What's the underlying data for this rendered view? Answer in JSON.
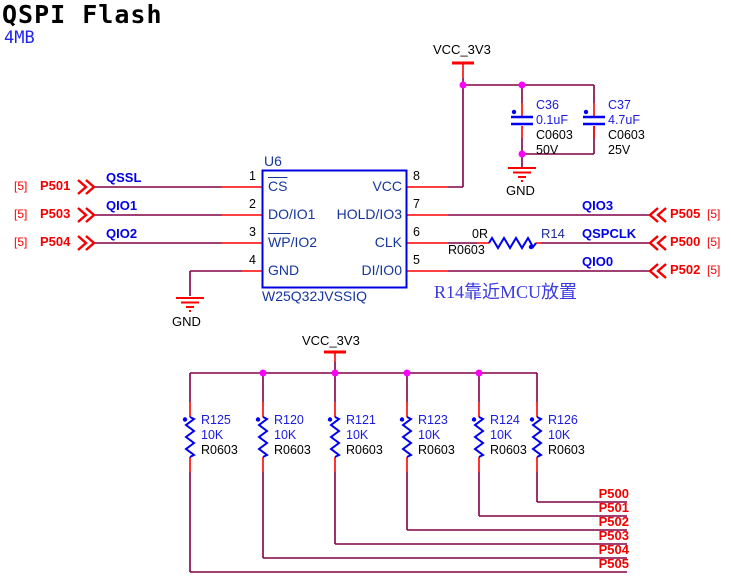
{
  "title": "QSPI Flash",
  "subtitle": "4MB",
  "colors": {
    "wire": "#800045",
    "stub": "#ff0000",
    "junction": "#ff00ff",
    "component_blue": "#0000f0",
    "chip_border": "#0000e0",
    "port_red": "#f40000",
    "note_blue": "#3a3ae0"
  },
  "power": {
    "vcc_top": "VCC_3V3",
    "vcc_bottom": "VCC_3V3",
    "gnd_top": "GND",
    "gnd_left": "GND"
  },
  "chip": {
    "ref": "U6",
    "part": "W25Q32JVSSIQ",
    "pins_left": [
      {
        "num": "1",
        "bar": "CS",
        "rest": ""
      },
      {
        "num": "2",
        "bar": "",
        "rest": "DO/IO1"
      },
      {
        "num": "3",
        "bar": "WP",
        "rest": "/IO2"
      },
      {
        "num": "4",
        "bar": "",
        "rest": "GND"
      }
    ],
    "pins_right": [
      {
        "num": "8",
        "name": "VCC"
      },
      {
        "num": "7",
        "name": "HOLD/IO3"
      },
      {
        "num": "6",
        "name": "CLK"
      },
      {
        "num": "5",
        "name": "DI/IO0"
      }
    ]
  },
  "left_ports": [
    {
      "sheet": "[5]",
      "name": "P501",
      "net": "QSSL"
    },
    {
      "sheet": "[5]",
      "name": "P503",
      "net": "QIO1"
    },
    {
      "sheet": "[5]",
      "name": "P504",
      "net": "QIO2"
    }
  ],
  "right_ports": [
    {
      "net": "QIO3",
      "name": "P505",
      "sheet": "[5]"
    },
    {
      "net": "QSPCLK",
      "name": "P500",
      "sheet": "[5]"
    },
    {
      "net": "QIO0",
      "name": "P502",
      "sheet": "[5]"
    }
  ],
  "r14": {
    "ref": "R14",
    "value": "0R",
    "footprint": "R0603"
  },
  "note": "R14靠近MCU放置",
  "capacitors": [
    {
      "ref": "C36",
      "value": "0.1uF",
      "footprint": "C0603",
      "voltage": "50V"
    },
    {
      "ref": "C37",
      "value": "4.7uF",
      "footprint": "C0603",
      "voltage": "25V"
    }
  ],
  "pullups": [
    {
      "ref": "R125",
      "value": "10K",
      "footprint": "R0603"
    },
    {
      "ref": "R120",
      "value": "10K",
      "footprint": "R0603"
    },
    {
      "ref": "R121",
      "value": "10K",
      "footprint": "R0603"
    },
    {
      "ref": "R123",
      "value": "10K",
      "footprint": "R0603"
    },
    {
      "ref": "R124",
      "value": "10K",
      "footprint": "R0603"
    },
    {
      "ref": "R126",
      "value": "10K",
      "footprint": "R0603"
    }
  ],
  "bottom_nets": [
    "P500",
    "P501",
    "P502",
    "P503",
    "P504",
    "P505"
  ]
}
